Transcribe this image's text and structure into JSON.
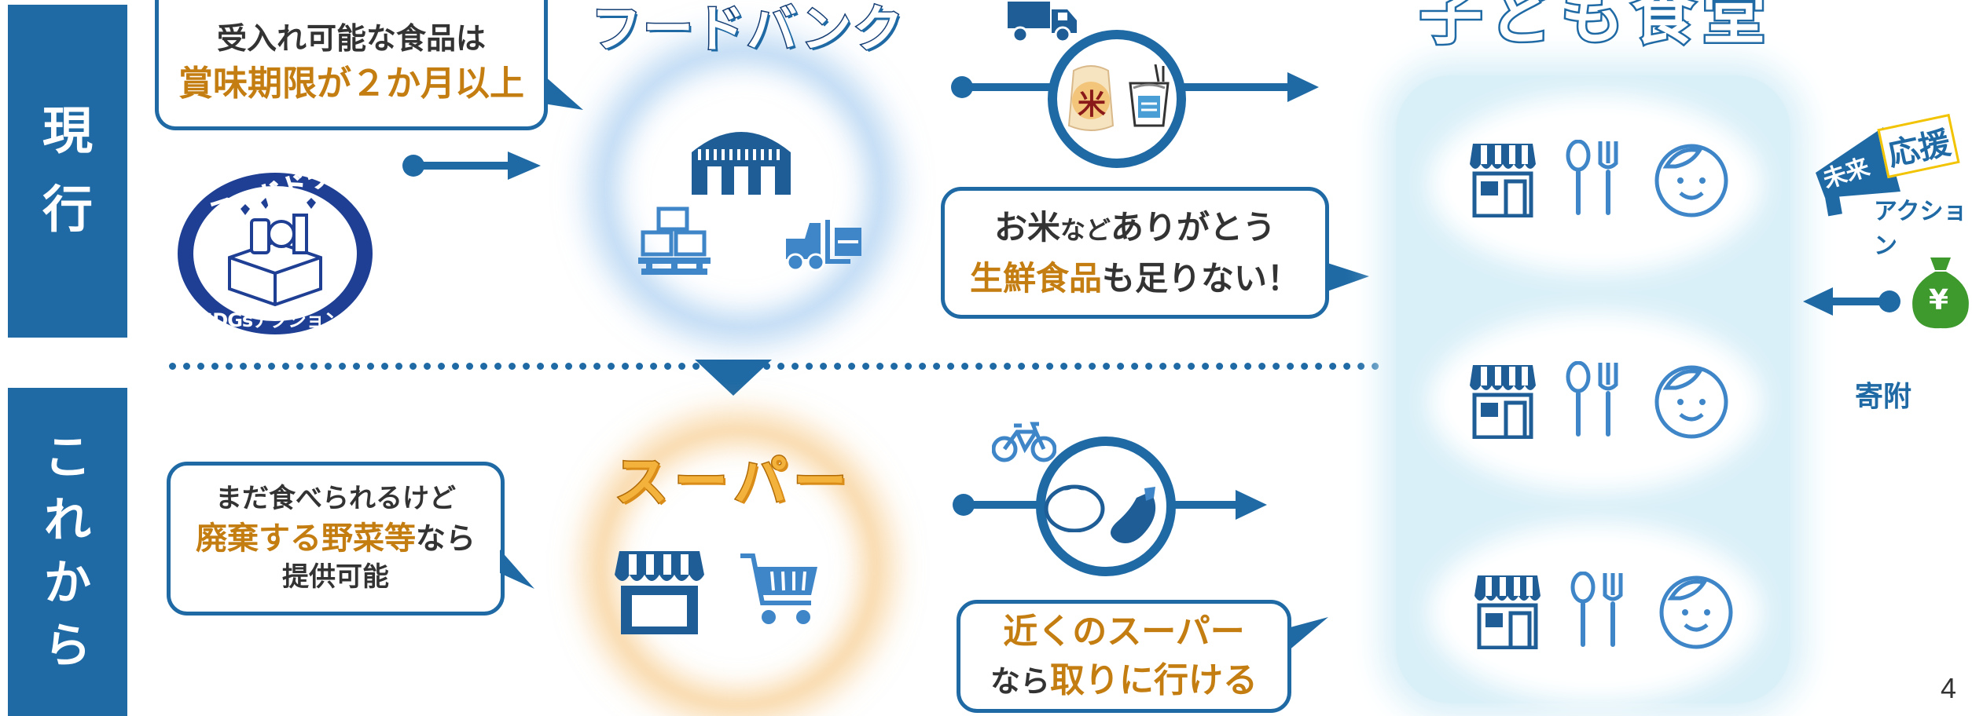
{
  "labels": {
    "current": [
      "現",
      "行"
    ],
    "future": [
      "こ",
      "れ",
      "か",
      "ら"
    ]
  },
  "bubbles": {
    "top_left": {
      "line1": "受入れ可能な食品は",
      "line2_hl": "賞味期限が２か月以上"
    },
    "top_mid": {
      "line1a": "お米",
      "line1b": "など",
      "line1c": "ありがとう",
      "line2_hl": "生鮮食品",
      "line2_rest": "も足りない！"
    },
    "bottom_left": {
      "line1": "まだ食べられるけど",
      "line2_hl": "廃棄する野菜等",
      "line2_rest": "なら",
      "line3": "提供可能"
    },
    "bottom_mid": {
      "line1_hl": "近くのスーパー",
      "line2_a": "なら",
      "line2_hl": "取りに行ける"
    }
  },
  "titles": {
    "foodbank": "フードバンク",
    "super": "スーパー",
    "kodomo": "子ども食堂"
  },
  "logos": {
    "food_drive_text": "フードドライブ",
    "sdgs_text": "SDGsアクション",
    "mirai": {
      "a": "未来",
      "b": "応援",
      "c": "アクション"
    }
  },
  "rice_char": "米",
  "donation_label": "寄附",
  "yen_symbol": "¥",
  "page_number": "4",
  "icons": {
    "truck": "truck-icon",
    "bicycle": "bicycle-icon",
    "store": "store-icon",
    "utensils": "spoon-fork-icon",
    "child": "child-face-icon",
    "money_bag": "money-bag-icon",
    "megaphone": "megaphone-icon"
  },
  "colors": {
    "primary_blue": "#1f6aa5",
    "dark_blue": "#153e75",
    "accent_orange": "#c47d10",
    "card_bg": "#daf0f8",
    "green": "#3f9a2e"
  }
}
